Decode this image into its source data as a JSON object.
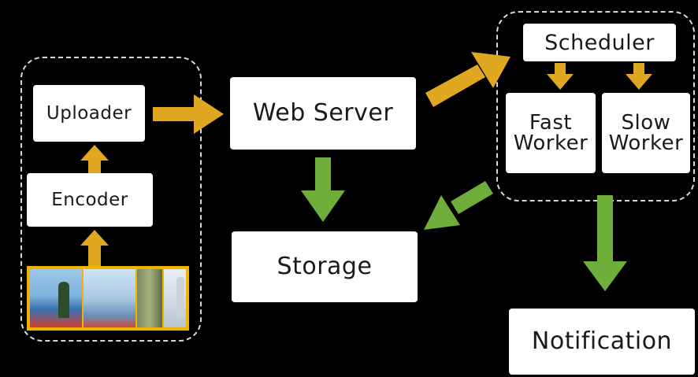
{
  "nodes": {
    "uploader": "Uploader",
    "encoder": "Encoder",
    "web_server": "Web Server",
    "storage": "Storage",
    "scheduler": "Scheduler",
    "fast_worker": "Fast\nWorker",
    "slow_worker": "Slow\nWorker",
    "notification": "Notification"
  },
  "colors": {
    "background": "#000000",
    "box": "#ffffff",
    "orange_arrow": "#e0a820",
    "green_arrow": "#6fae3a",
    "dashed_border": "#d9d9d9"
  }
}
